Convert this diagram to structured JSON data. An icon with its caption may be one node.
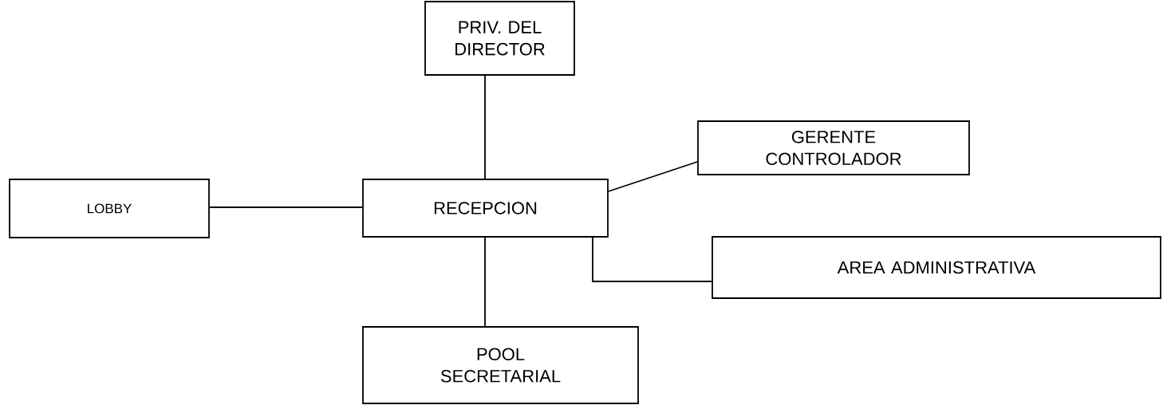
{
  "diagram": {
    "nodes": [
      {
        "text": [
          "PRIV. DEL DIRECTOR"
        ]
      },
      {
        "text": [
          "GERENTE CONTROLADOR"
        ]
      },
      {
        "text": [
          "LOBBY"
        ]
      },
      {
        "text": [
          "RECEPCION"
        ]
      },
      {
        "text": [
          "AREA ADMINISTRATIVA"
        ]
      },
      {
        "text": [
          "POOL SECRETARIAL"
        ]
      }
    ],
    "edges": [
      {
        "from": 0,
        "to": 3,
        "arrow": "none"
      },
      {
        "from": 3,
        "to": 1,
        "arrow": "none"
      },
      {
        "from": 2,
        "to": 3,
        "arrow": "none"
      },
      {
        "from": 3,
        "to": 4,
        "arrow": "none"
      },
      {
        "from": 3,
        "to": 5,
        "arrow": "none"
      }
    ]
  }
}
